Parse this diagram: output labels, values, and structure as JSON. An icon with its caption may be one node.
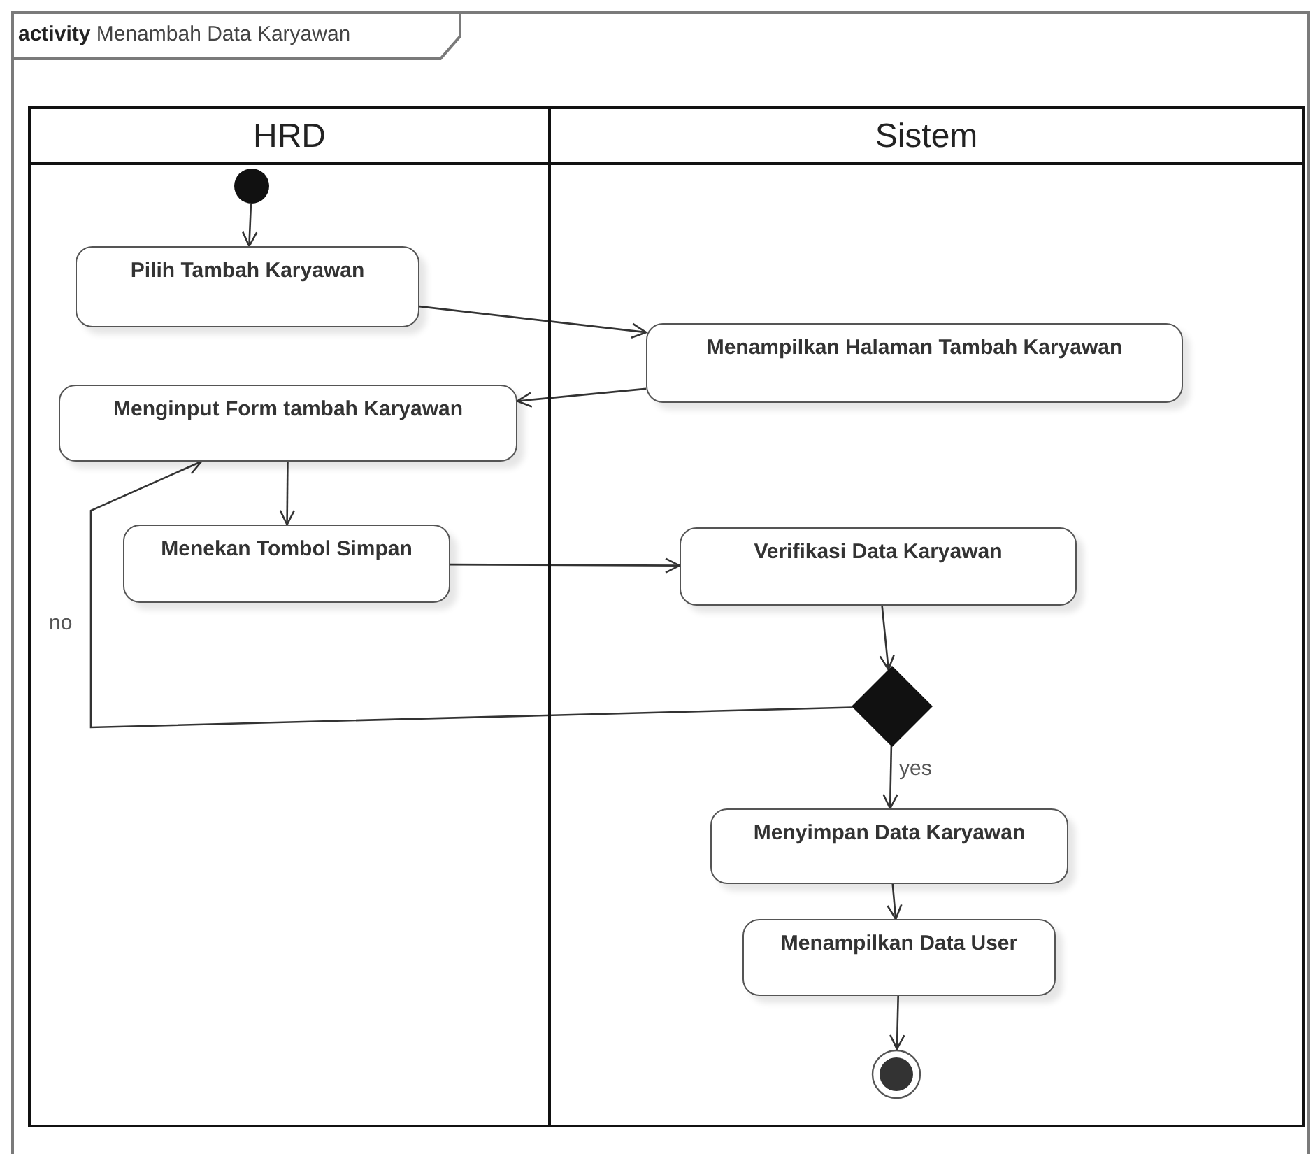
{
  "diagram": {
    "nodes": [
      {
        "text": [
          "**activity** Menambah Data Karyawan"
        ]
      },
      {
        "text": [
          "HRD"
        ],
        "in": 0
      },
      {
        "text": [
          "Sistem"
        ],
        "in": 0
      },
      {
        "text": [],
        "shape": "circle",
        "in": 1
      },
      {
        "text": [
          "Pilih Tambah Karyawan"
        ],
        "in": 1
      },
      {
        "text": [
          "Menampilkan Halaman Tambah Karyawan"
        ],
        "in": 2
      },
      {
        "text": [
          "Menginput Form tambah Karyawan"
        ],
        "in": 1
      },
      {
        "text": [
          "Menekan Tombol Simpan"
        ],
        "in": 1
      },
      {
        "text": [
          "Verifikasi Data Karyawan"
        ],
        "in": 2
      },
      {
        "text": [],
        "shape": "diamond",
        "in": 2
      },
      {
        "text": [
          "Menyimpan Data Karyawan"
        ],
        "in": 2
      },
      {
        "text": [
          "Menampilkan Data User"
        ],
        "in": 2
      },
      {
        "text": [],
        "shape": "bullseye",
        "in": 2
      }
    ],
    "edges": [
      {
        "from": 3,
        "to": 4,
        "arrow": "to"
      },
      {
        "from": 4,
        "to": 5,
        "arrow": "to"
      },
      {
        "from": 5,
        "to": 6,
        "arrow": "to"
      },
      {
        "from": 6,
        "to": 7,
        "arrow": "to"
      },
      {
        "from": 7,
        "to": 8,
        "arrow": "to"
      },
      {
        "from": 8,
        "to": 9,
        "arrow": "to"
      },
      {
        "from": 9,
        "to": 6,
        "arrow": "to",
        "label": "no"
      },
      {
        "from": 9,
        "to": 10,
        "arrow": "to",
        "label": "yes"
      },
      {
        "from": 10,
        "to": 11,
        "arrow": "to"
      },
      {
        "from": 11,
        "to": 12,
        "arrow": "to"
      }
    ]
  }
}
